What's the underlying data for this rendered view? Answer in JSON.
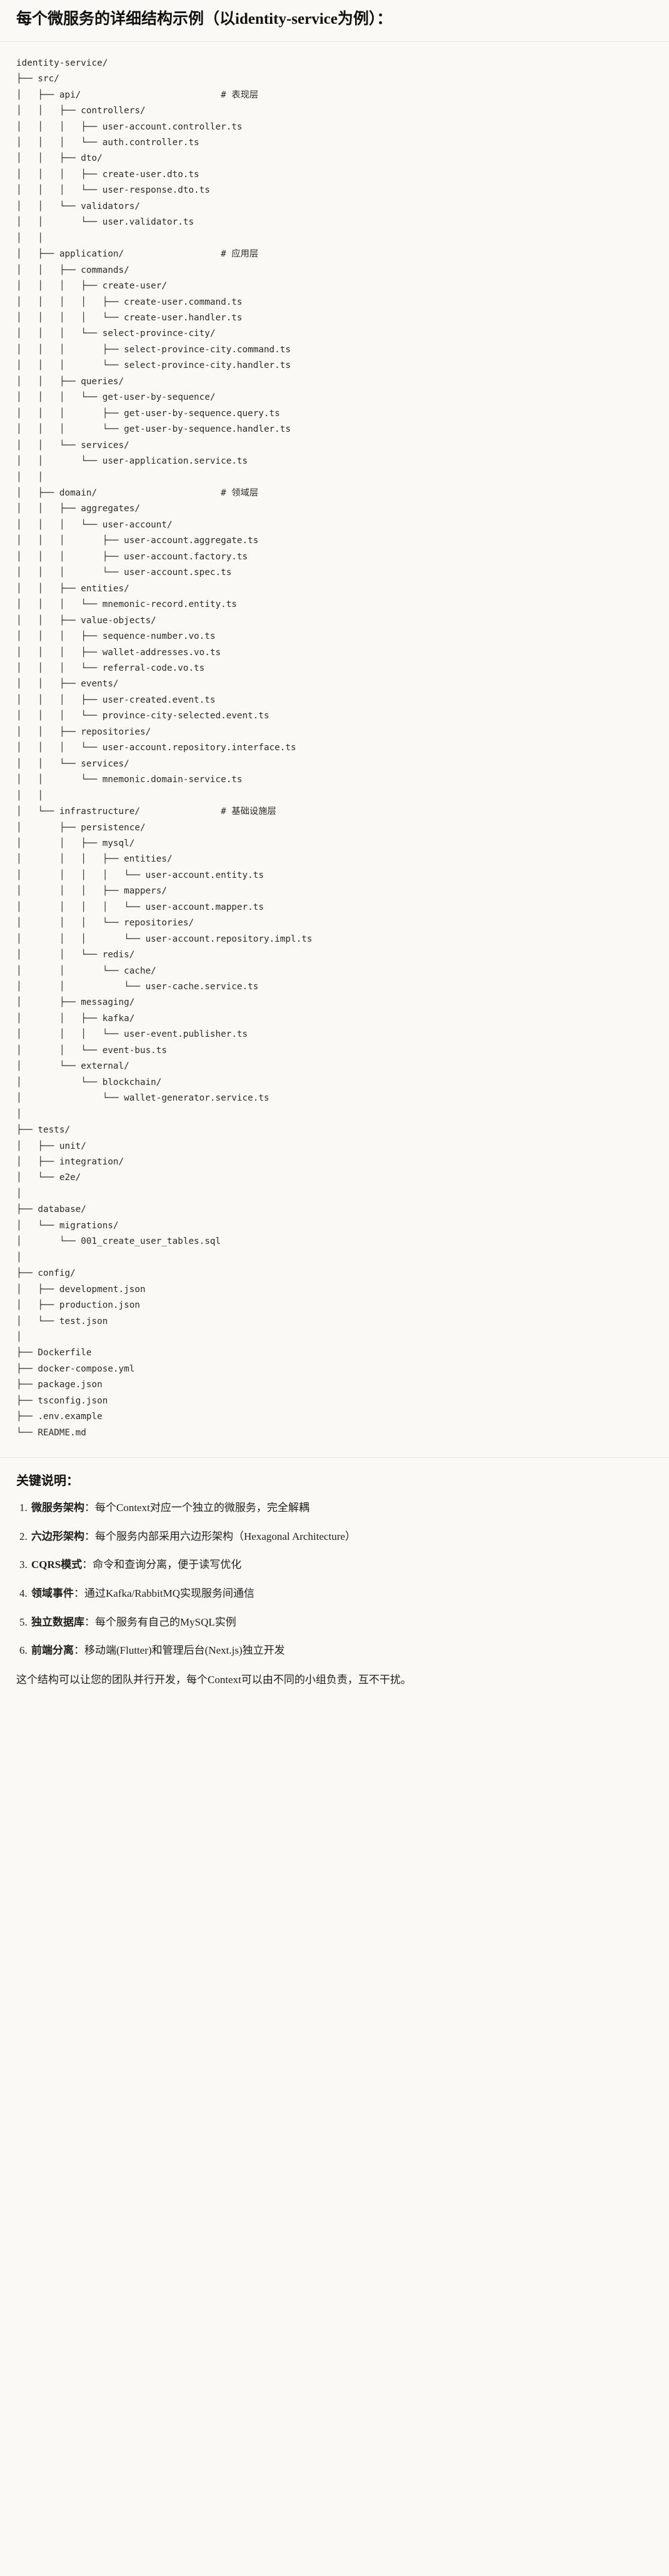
{
  "header": {
    "title": "每个微服务的详细结构示例（以identity-service为例）："
  },
  "tree": {
    "root_label": "identity-service/",
    "comments": {
      "api": "# 表现层",
      "application": "# 应用层",
      "domain": "# 领域层",
      "infrastructure": "# 基础设施层"
    },
    "text": "identity-service/\n├── src/\n│   ├── api/                          # 表现层\n│   │   ├── controllers/\n│   │   │   ├── user-account.controller.ts\n│   │   │   └── auth.controller.ts\n│   │   ├── dto/\n│   │   │   ├── create-user.dto.ts\n│   │   │   └── user-response.dto.ts\n│   │   └── validators/\n│   │       └── user.validator.ts\n│   │\n│   ├── application/                  # 应用层\n│   │   ├── commands/\n│   │   │   ├── create-user/\n│   │   │   │   ├── create-user.command.ts\n│   │   │   │   └── create-user.handler.ts\n│   │   │   └── select-province-city/\n│   │   │       ├── select-province-city.command.ts\n│   │   │       └── select-province-city.handler.ts\n│   │   ├── queries/\n│   │   │   └── get-user-by-sequence/\n│   │   │       ├── get-user-by-sequence.query.ts\n│   │   │       └── get-user-by-sequence.handler.ts\n│   │   └── services/\n│   │       └── user-application.service.ts\n│   │\n│   ├── domain/                       # 领域层\n│   │   ├── aggregates/\n│   │   │   └── user-account/\n│   │   │       ├── user-account.aggregate.ts\n│   │   │       ├── user-account.factory.ts\n│   │   │       └── user-account.spec.ts\n│   │   ├── entities/\n│   │   │   └── mnemonic-record.entity.ts\n│   │   ├── value-objects/\n│   │   │   ├── sequence-number.vo.ts\n│   │   │   ├── wallet-addresses.vo.ts\n│   │   │   └── referral-code.vo.ts\n│   │   ├── events/\n│   │   │   ├── user-created.event.ts\n│   │   │   └── province-city-selected.event.ts\n│   │   ├── repositories/\n│   │   │   └── user-account.repository.interface.ts\n│   │   └── services/\n│   │       └── mnemonic.domain-service.ts\n│   │\n│   └── infrastructure/               # 基础设施层\n│       ├── persistence/\n│       │   ├── mysql/\n│       │   │   ├── entities/\n│       │   │   │   └── user-account.entity.ts\n│       │   │   ├── mappers/\n│       │   │   │   └── user-account.mapper.ts\n│       │   │   └── repositories/\n│       │   │       └── user-account.repository.impl.ts\n│       │   └── redis/\n│       │       └── cache/\n│       │           └── user-cache.service.ts\n│       ├── messaging/\n│       │   ├── kafka/\n│       │   │   └── user-event.publisher.ts\n│       │   └── event-bus.ts\n│       └── external/\n│           └── blockchain/\n│               └── wallet-generator.service.ts\n│\n├── tests/\n│   ├── unit/\n│   ├── integration/\n│   └── e2e/\n│\n├── database/\n│   └── migrations/\n│       └── 001_create_user_tables.sql\n│\n├── config/\n│   ├── development.json\n│   ├── production.json\n│   └── test.json\n│\n├── Dockerfile\n├── docker-compose.yml\n├── package.json\n├── tsconfig.json\n├── .env.example\n└── README.md"
  },
  "notes": {
    "title": "关键说明：",
    "items": [
      {
        "lead": "微服务架构",
        "body": "：每个Context对应一个独立的微服务，完全解耦"
      },
      {
        "lead": "六边形架构",
        "body": "：每个服务内部采用六边形架构（Hexagonal Architecture）"
      },
      {
        "lead": "CQRS模式",
        "body": "：命令和查询分离，便于读写优化"
      },
      {
        "lead": "领域事件",
        "body": "：通过Kafka/RabbitMQ实现服务间通信"
      },
      {
        "lead": "独立数据库",
        "body": "：每个服务有自己的MySQL实例"
      },
      {
        "lead": "前端分离",
        "body": "：移动端(Flutter)和管理后台(Next.js)独立开发"
      }
    ],
    "closing": "这个结构可以让您的团队并行开发，每个Context可以由不同的小组负责，互不干扰。"
  },
  "colors": {
    "background": "#faf9f5",
    "text": "#1f1e1d",
    "code_text": "#2b2a27",
    "divider": "#e8e6de"
  }
}
